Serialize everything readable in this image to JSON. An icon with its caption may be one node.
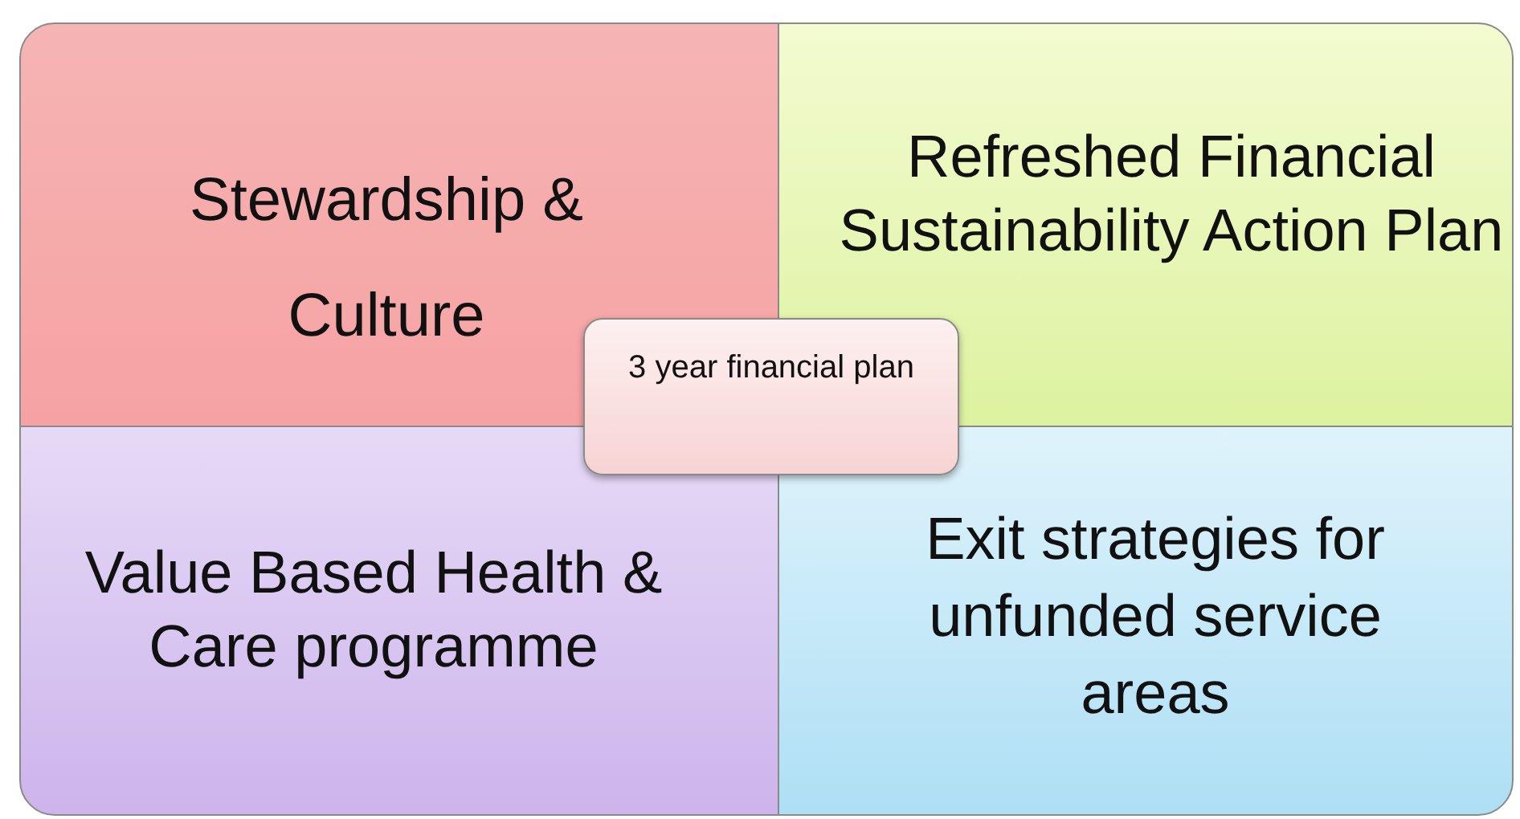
{
  "diagram": {
    "nodes": [
      {
        "text": [
          "Stewardship & Culture"
        ]
      },
      {
        "text": [
          "Refreshed Financial Sustainability Action Plan"
        ]
      },
      {
        "text": [
          "Value Based Health & Care programme"
        ]
      },
      {
        "text": [
          "Exit strategies for unfunded service areas"
        ]
      },
      {
        "text": [
          "3 year financial plan"
        ]
      }
    ]
  }
}
